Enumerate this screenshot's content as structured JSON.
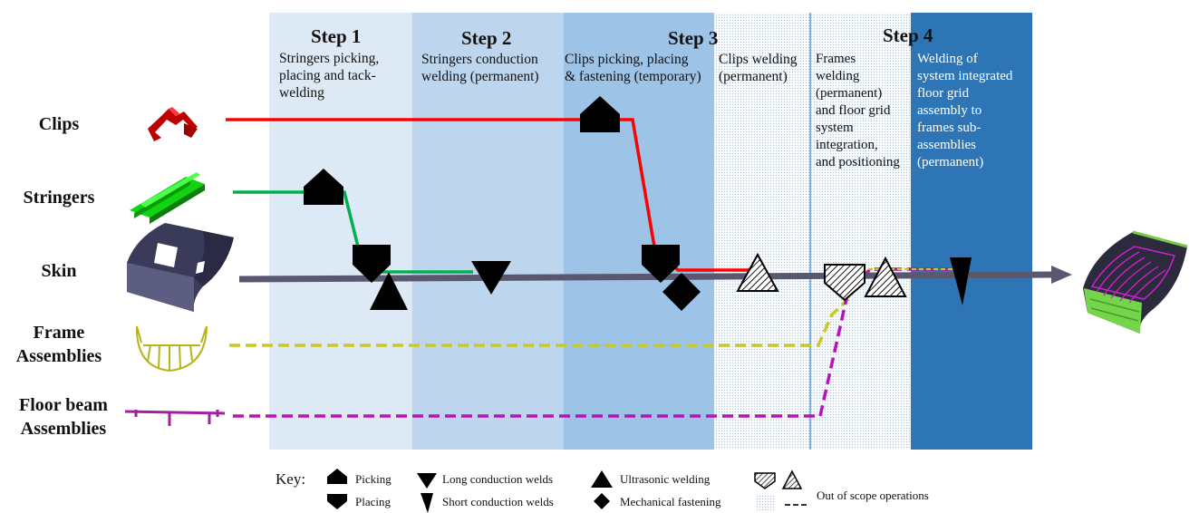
{
  "steps": [
    {
      "title": "Step 1",
      "description": "Stringers picking,\nplacing and tack-\nwelding"
    },
    {
      "title": "Step 2",
      "description": "Stringers conduction\nwelding (permanent)"
    },
    {
      "title": "Step 3",
      "description_a": "Clips picking, placing\n& fastening (temporary)",
      "description_b": "Clips welding\n(permanent)"
    },
    {
      "title": "Step 4",
      "description_a": "Frames\nwelding\n(permanent)\nand floor grid\nsystem\nintegration,\nand positioning",
      "description_b": "Welding of\nsystem integrated\nfloor grid\nassembly to\nframes sub-\nassemblies\n(permanent)"
    }
  ],
  "rows": {
    "clips": "Clips",
    "stringers": "Stringers",
    "skin": "Skin",
    "frame": "Frame\nAssemblies",
    "floor": "Floor beam\nAssemblies"
  },
  "colors": {
    "step1_bg": "#dde9f5",
    "step2_bg": "#bdd6ee",
    "step3_bg": "#9dc3e6",
    "step4_bg": "#2e75b6",
    "clips_line": "#ff0000",
    "stringers_line": "#00b050",
    "skin_line": "#5a5870",
    "frame_line": "#c9c925",
    "floor_line": "#b614b6"
  },
  "key": {
    "title": "Key:",
    "picking": "Picking",
    "placing": "Placing",
    "long_welds": "Long conduction welds",
    "short_welds": "Short conduction welds",
    "ultrasonic": "Ultrasonic welding",
    "mechanical": "Mechanical fastening",
    "out_of_scope": "Out of scope operations"
  }
}
